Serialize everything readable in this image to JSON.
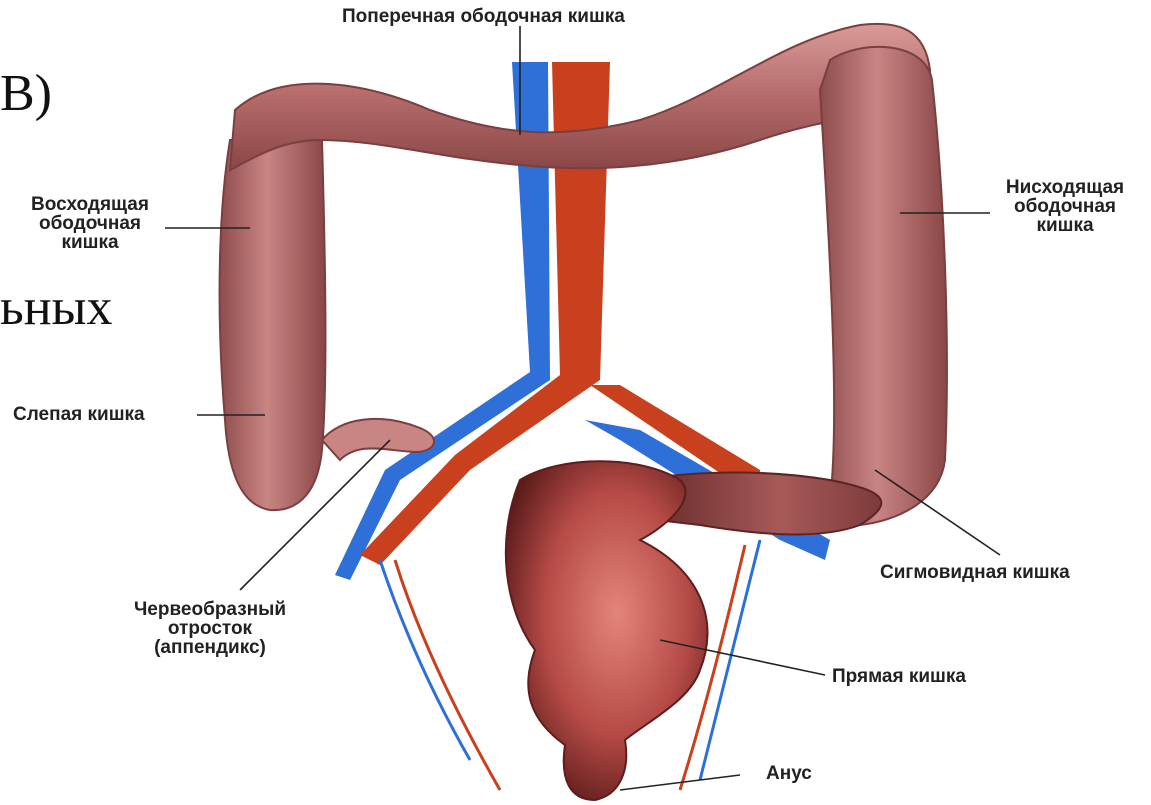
{
  "background_text": {
    "fragment_top": "В)",
    "fragment_mid": "ьных"
  },
  "labels": {
    "transverse": "Поперечная ободочная кишка",
    "ascending": [
      "Восходящая",
      "ободочная",
      "кишка"
    ],
    "descending": [
      "Нисходящая",
      "ободочная",
      "кишка"
    ],
    "cecum": "Слепая кишка",
    "appendix": [
      "Червеобразный",
      "отросток",
      "(аппендикс)"
    ],
    "sigmoid": "Сигмовидная кишка",
    "rectum": "Прямая кишка",
    "anus": "Анус"
  },
  "colors": {
    "colon": "#b87070",
    "colon_dark": "#7a3f3f",
    "artery": "#c8401e",
    "vein": "#2f6fd8",
    "rectum": "#b54a46"
  }
}
